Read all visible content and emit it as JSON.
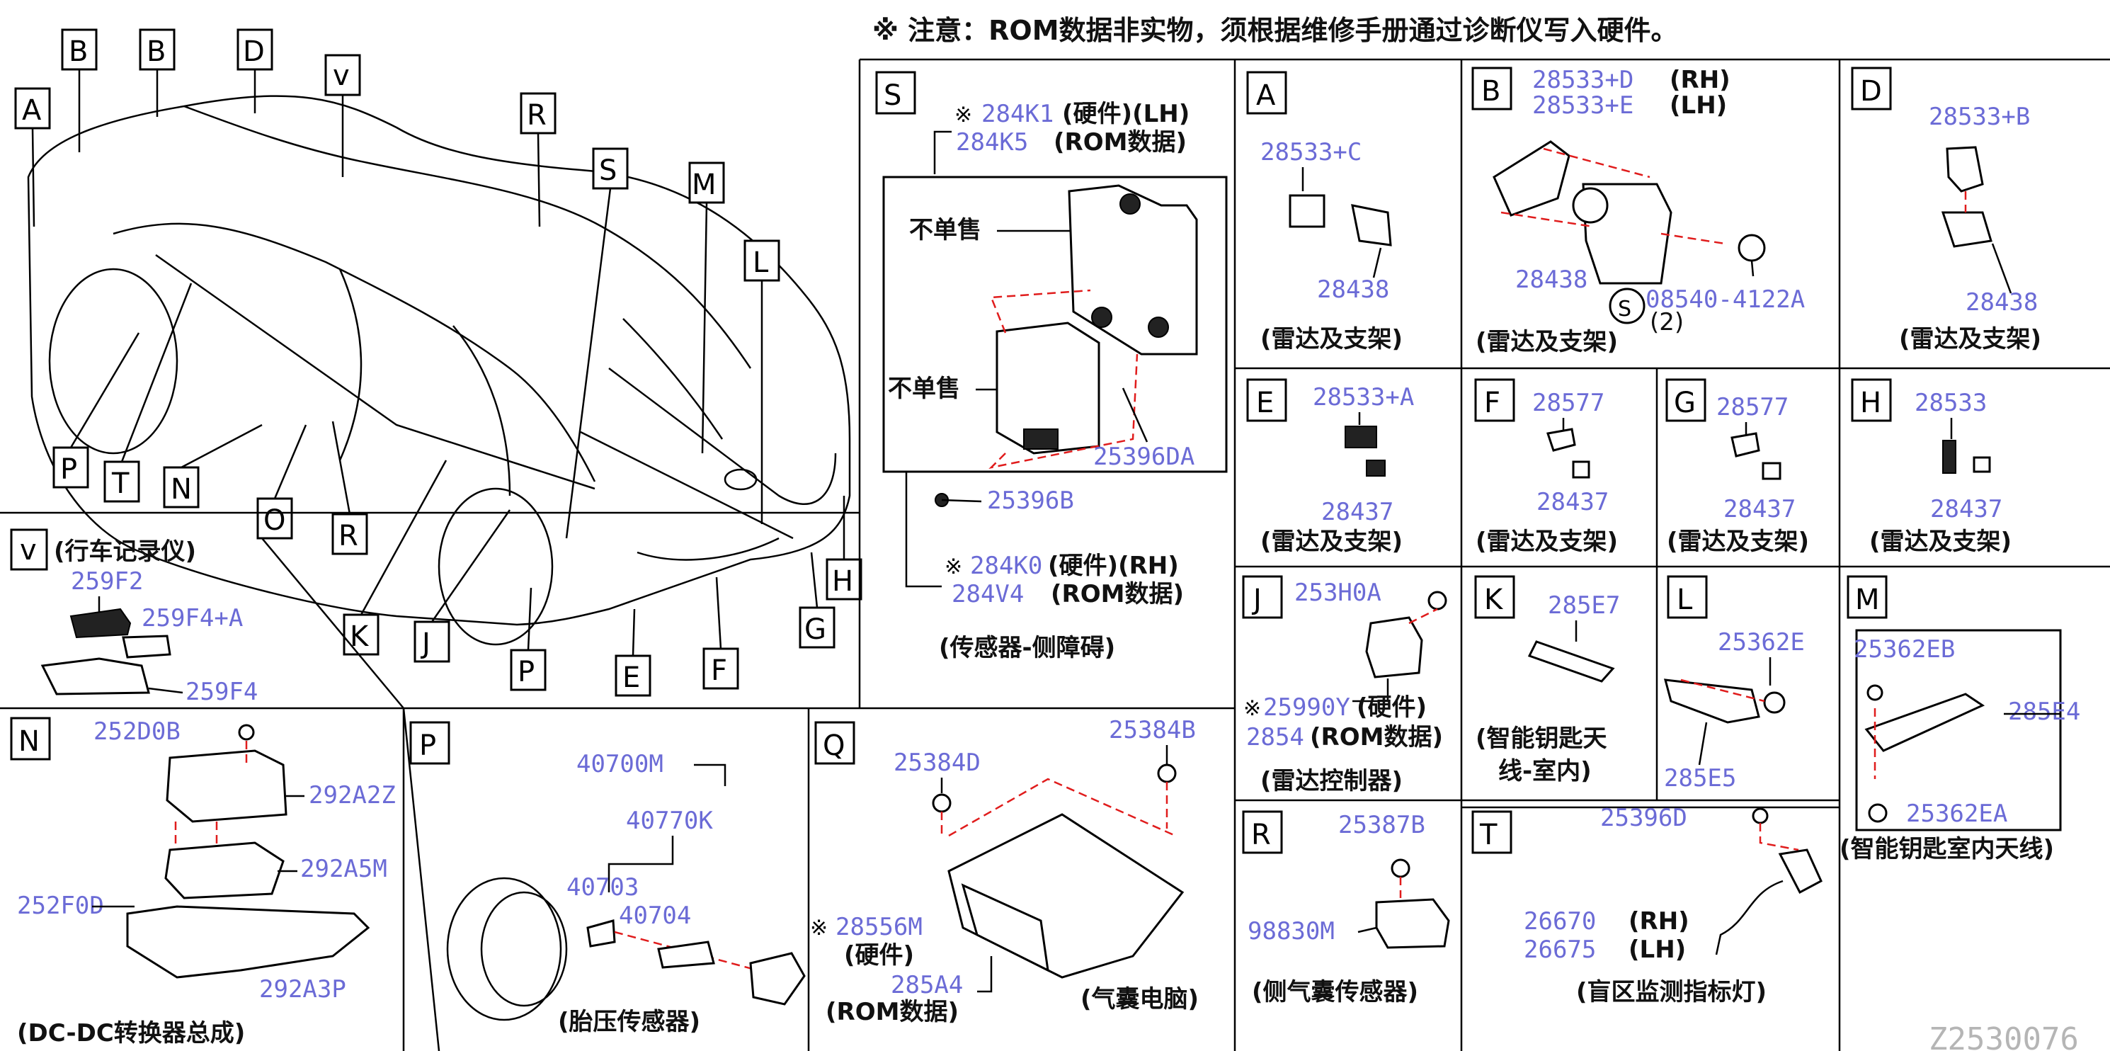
{
  "notice": "※ 注意：ROM数据非实物，须根据维修手册通过诊断仪写入硬件。",
  "doc_id": "Z2530076",
  "overview_labels": [
    "A",
    "B",
    "B",
    "D",
    "v",
    "R",
    "S",
    "M",
    "L",
    "P",
    "T",
    "N",
    "O",
    "R",
    "K",
    "J",
    "P",
    "E",
    "F",
    "G",
    "H"
  ],
  "panels": {
    "S": {
      "letter": "S",
      "pn1": "284K1",
      "note1": "(硬件)(LH)",
      "pn2": "284K5",
      "note2": "(ROM数据)",
      "notsold1": "不单售",
      "notsold2": "不单售",
      "pn3": "25396DA",
      "pn4": "25396B",
      "pn5": "284K0",
      "note5": "(硬件)(RH)",
      "pn6": "284V4",
      "note6": "(ROM数据)",
      "caption": "(传感器-侧障碍)",
      "mark": "※"
    },
    "A": {
      "letter": "A",
      "pn1": "28533+C",
      "pn2": "28438",
      "caption": "(雷达及支架)"
    },
    "B": {
      "letter": "B",
      "pn1": "28533+D",
      "note1": "(RH)",
      "pn2": "28533+E",
      "note2": "(LH)",
      "pn3": "28438",
      "pn4": "08540-4122A",
      "pn4_qty": "(2)",
      "s_mark": "S",
      "caption": "(雷达及支架)"
    },
    "D": {
      "letter": "D",
      "pn1": "28533+B",
      "pn2": "28438",
      "caption": "(雷达及支架)"
    },
    "E": {
      "letter": "E",
      "pn1": "28533+A",
      "pn2": "28437",
      "caption": "(雷达及支架)"
    },
    "F": {
      "letter": "F",
      "pn1": "28577",
      "pn2": "28437",
      "caption": "(雷达及支架)"
    },
    "G": {
      "letter": "G",
      "pn1": "28577",
      "pn2": "28437",
      "caption": "(雷达及支架)"
    },
    "H": {
      "letter": "H",
      "pn1": "28533",
      "pn2": "28437",
      "caption": "(雷达及支架)"
    },
    "V": {
      "letter": "v",
      "title": "(行车记录仪)",
      "pn1": "259F2",
      "pn2": "259F4+A",
      "pn3": "259F4"
    },
    "J": {
      "letter": "J",
      "pn1": "253H0A",
      "mark": "※",
      "pn2": "25990Y",
      "note2": "(硬件)",
      "pn3": "2854",
      "note3": "(ROM数据)",
      "caption": "(雷达控制器)"
    },
    "K": {
      "letter": "K",
      "pn1": "285E7",
      "caption1": "(智能钥匙天",
      "caption2": "线-室内)"
    },
    "L": {
      "letter": "L",
      "pn1": "25362E",
      "pn2": "285E5"
    },
    "M": {
      "letter": "M",
      "pn1": "25362EB",
      "pn2": "285E4",
      "pn3": "25362EA",
      "caption": "(智能钥匙室内天线)"
    },
    "N": {
      "letter": "N",
      "pn1": "252D0B",
      "pn2": "292A2Z",
      "pn3": "292A5M",
      "pn4": "252F0D",
      "pn5": "292A3P",
      "caption": "(DC-DC转换器总成)"
    },
    "P": {
      "letter": "P",
      "pn1": "40700M",
      "pn2": "40770K",
      "pn3": "40703",
      "pn4": "40704",
      "caption": "(胎压传感器)"
    },
    "Q": {
      "letter": "Q",
      "pn1": "25384B",
      "pn2": "25384D",
      "mark": "※",
      "pn3": "28556M",
      "note3": "(硬件)",
      "pn4": "285A4",
      "note4": "(ROM数据)",
      "caption": "(气囊电脑)"
    },
    "R": {
      "letter": "R",
      "pn1": "25387B",
      "pn2": "98830M",
      "caption": "(侧气囊传感器)"
    },
    "T": {
      "letter": "T",
      "pn1": "25396D",
      "pn2": "26670",
      "note2": "(RH)",
      "pn3": "26675",
      "note3": "(LH)",
      "caption": "(盲区监测指标灯)"
    }
  }
}
